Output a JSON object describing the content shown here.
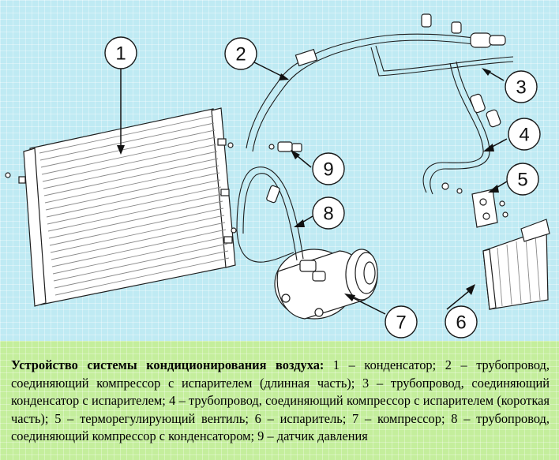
{
  "caption": {
    "title": "Устройство системы кондиционирования воздуха:",
    "text": " 1 – конденсатор; 2 – трубопровод, соединяющий компрессор с испарителем (длинная часть); 3 – трубопровод, соединяющий конденсатор с испарителем; 4 – трубопровод, соединяющий компрессор с испарителем (короткая часть); 5 – терморегулирующий вентиль; 6 – испаритель; 7 – компрессор; 8 – трубопровод, соединяющий компрессор с конденсатором; 9 – датчик давления"
  },
  "callouts": [
    {
      "id": "1",
      "label": "1"
    },
    {
      "id": "2",
      "label": "2"
    },
    {
      "id": "3",
      "label": "3"
    },
    {
      "id": "4",
      "label": "4"
    },
    {
      "id": "5",
      "label": "5"
    },
    {
      "id": "6",
      "label": "6"
    },
    {
      "id": "7",
      "label": "7"
    },
    {
      "id": "8",
      "label": "8"
    },
    {
      "id": "9",
      "label": "9"
    }
  ],
  "colors": {
    "diagram_background": "#bfeaf3",
    "caption_background": "#c4ee9c"
  }
}
